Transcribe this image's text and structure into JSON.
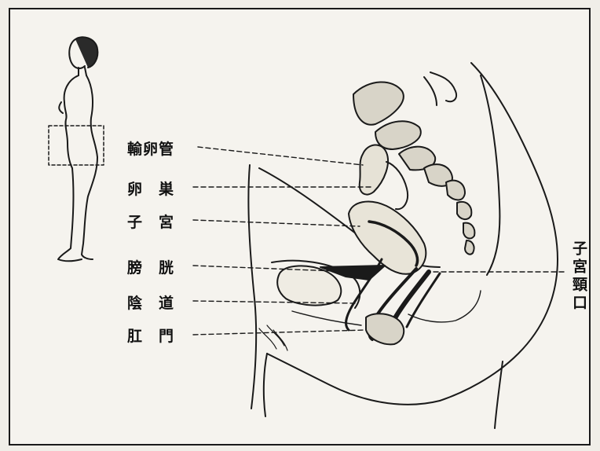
{
  "labels": {
    "fallopian_tube": "輸卵管",
    "ovary": "卵　巣",
    "uterus": "子　宮",
    "bladder": "膀　胱",
    "vagina": "陰　道",
    "anus": "肛　門",
    "cervix": "子宮頸口"
  },
  "colors": {
    "ink": "#111111",
    "paper": "#f5f3ee"
  }
}
